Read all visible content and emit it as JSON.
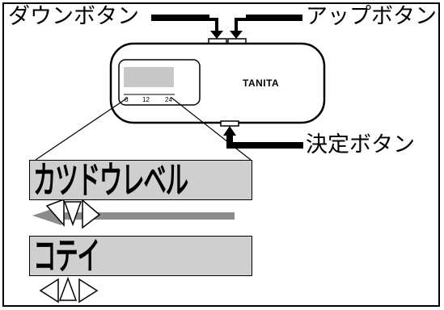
{
  "buttons": {
    "down_label": "ダウンボタン",
    "up_label": "アップボタン",
    "confirm_label": "決定ボタン"
  },
  "device": {
    "brand": "TANITA",
    "scale_ticks": [
      "0",
      "12",
      "24"
    ]
  },
  "display_top": {
    "text": "カツドウレベル"
  },
  "display_bottom": {
    "text": "コテイ"
  },
  "colors": {
    "lcd": "#cfcfcf",
    "scroll_arrow": "#8c8c8c",
    "device_screen": "#c8c8c8"
  }
}
